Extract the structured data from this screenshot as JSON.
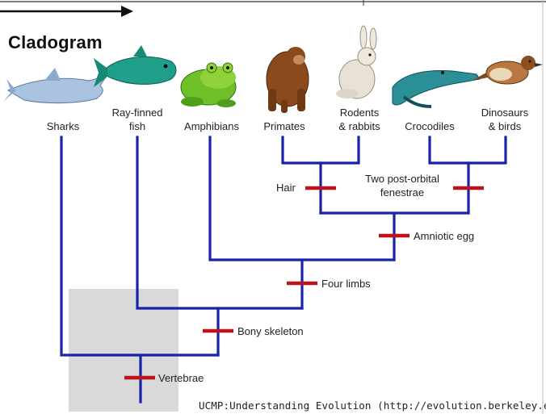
{
  "title": "Cladogram",
  "taxa": {
    "sharks": "Sharks",
    "ray_finned_fish": "Ray-finned\nfish",
    "amphibians": "Amphibians",
    "primates": "Primates",
    "rodents_rabbits": "Rodents\n& rabbits",
    "crocodiles": "Crocodiles",
    "dinosaurs_birds": "Dinosaurs\n& birds"
  },
  "traits": {
    "hair": "Hair",
    "two_post_orbital": "Two post-orbital\nfenestrae",
    "amniotic_egg": "Amniotic egg",
    "four_limbs": "Four limbs",
    "bony_skeleton": "Bony skeleton",
    "vertebrae": "Vertebrae"
  },
  "credit": "UCMP:Understanding Evolution (http://evolution.berkeley.edu)",
  "colors": {
    "branch": "#1a23a8",
    "marker": "#c0121c",
    "highlight": "#d9d9d9"
  },
  "icons": [
    "shark",
    "fish",
    "frog",
    "ape",
    "rabbit",
    "crocodile",
    "sparrow"
  ]
}
